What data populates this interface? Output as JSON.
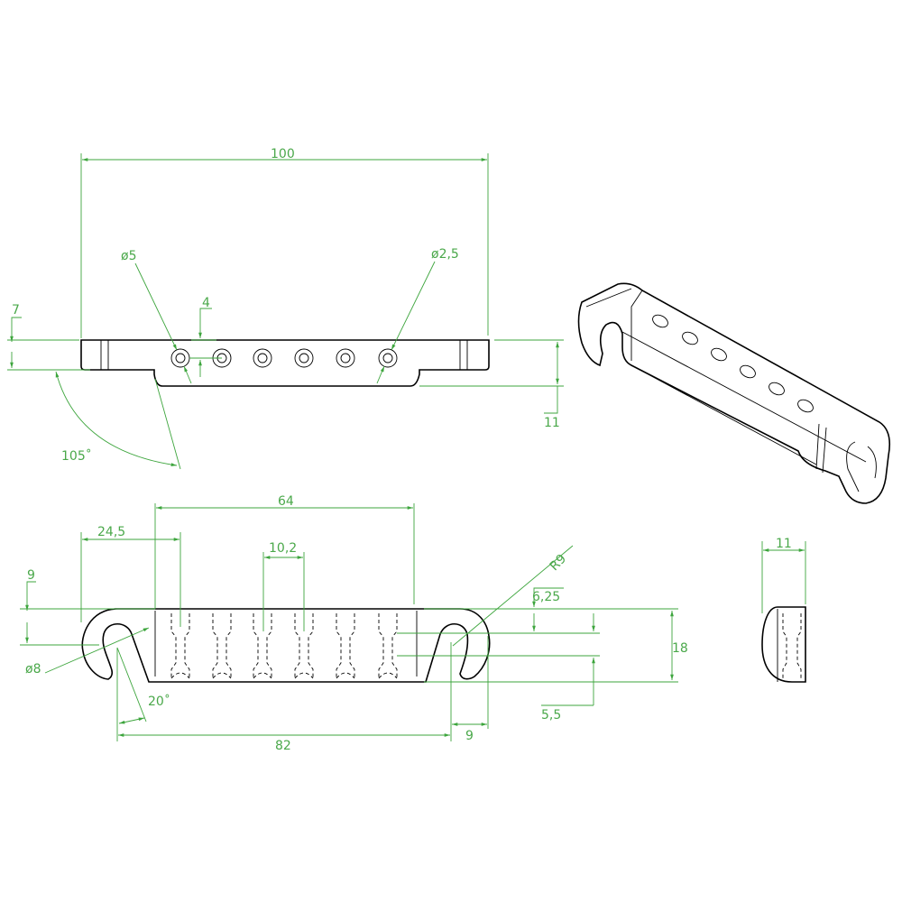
{
  "colors": {
    "outline": "#000000",
    "dimension": "#3da53d",
    "background": "#ffffff"
  },
  "top_view": {
    "length": "100",
    "hole_large": "ø5",
    "hole_small": "ø2,5",
    "hole_offset": "4",
    "flange_height": "7",
    "total_height": "11",
    "angle": "105˚"
  },
  "front_view": {
    "slot_span": "64",
    "first_slot": "24,5",
    "slot_pitch": "10,2",
    "radius": "R9",
    "slot_depth": "6,25",
    "hook_offset": "9",
    "hook_diameter": "ø8",
    "height": "18",
    "hook_angle": "20˚",
    "slot_width": "5,5",
    "hook_span": "82",
    "hook_width": "9"
  },
  "side_view": {
    "width": "11"
  }
}
